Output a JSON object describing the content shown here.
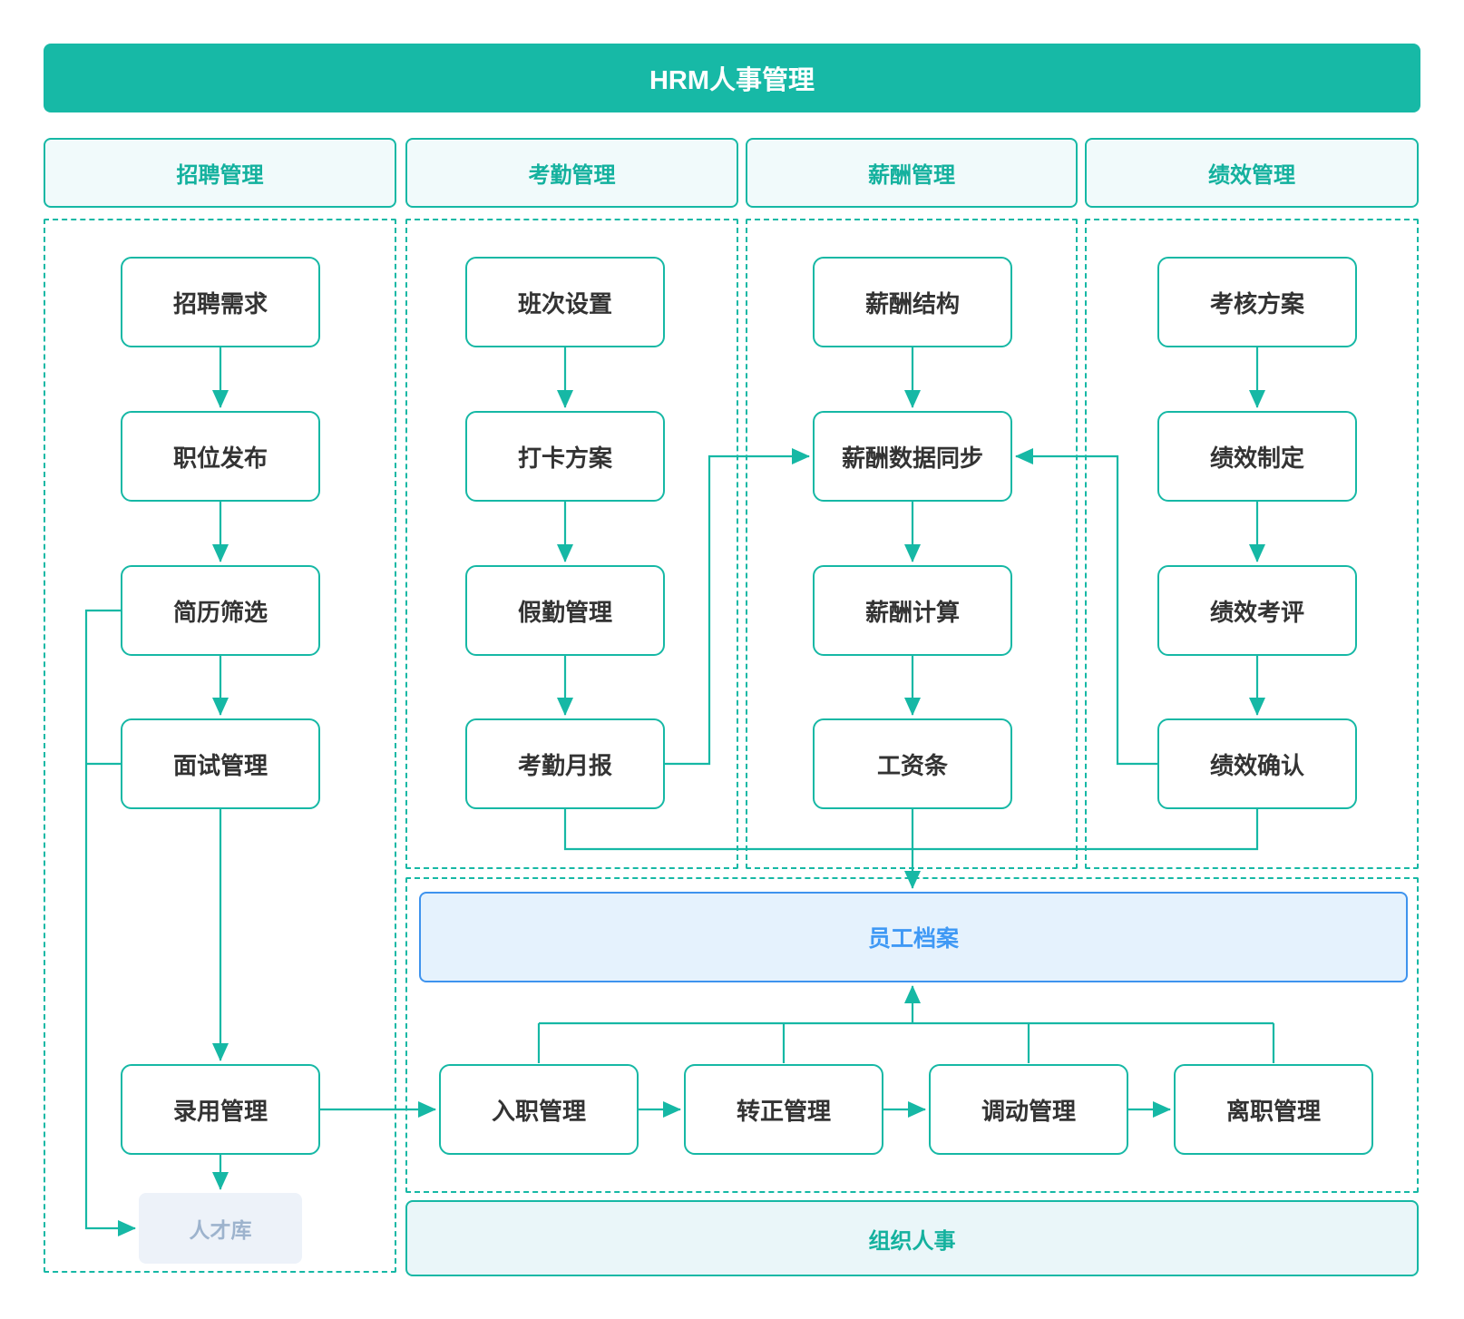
{
  "header": {
    "title": "HRM人事管理"
  },
  "sections": [
    {
      "label": "招聘管理"
    },
    {
      "label": "考勤管理"
    },
    {
      "label": "薪酬管理"
    },
    {
      "label": "绩效管理"
    }
  ],
  "recruitment": {
    "nodes": [
      "招聘需求",
      "职位发布",
      "简历筛选",
      "面试管理",
      "录用管理"
    ],
    "talent_pool": "人才库"
  },
  "attendance": {
    "nodes": [
      "班次设置",
      "打卡方案",
      "假勤管理",
      "考勤月报"
    ]
  },
  "compensation": {
    "nodes": [
      "薪酬结构",
      "薪酬数据同步",
      "薪酬计算",
      "工资条"
    ]
  },
  "performance": {
    "nodes": [
      "考核方案",
      "绩效制定",
      "绩效考评",
      "绩效确认"
    ]
  },
  "archive": {
    "label": "员工档案"
  },
  "lifecycle": {
    "nodes": [
      "入职管理",
      "转正管理",
      "调动管理",
      "离职管理"
    ]
  },
  "organization": {
    "label": "组织人事"
  },
  "colors": {
    "primary_teal": "#16b8a5",
    "header_fill": "#17b9a6",
    "section_fill": "#f1fafb",
    "archive_border": "#3e93ee",
    "archive_fill": "#e5f2fd",
    "archive_text": "#3f99f5",
    "talent_fill": "#edf2f9",
    "talent_text": "#9db3cd",
    "node_text": "#333333"
  }
}
